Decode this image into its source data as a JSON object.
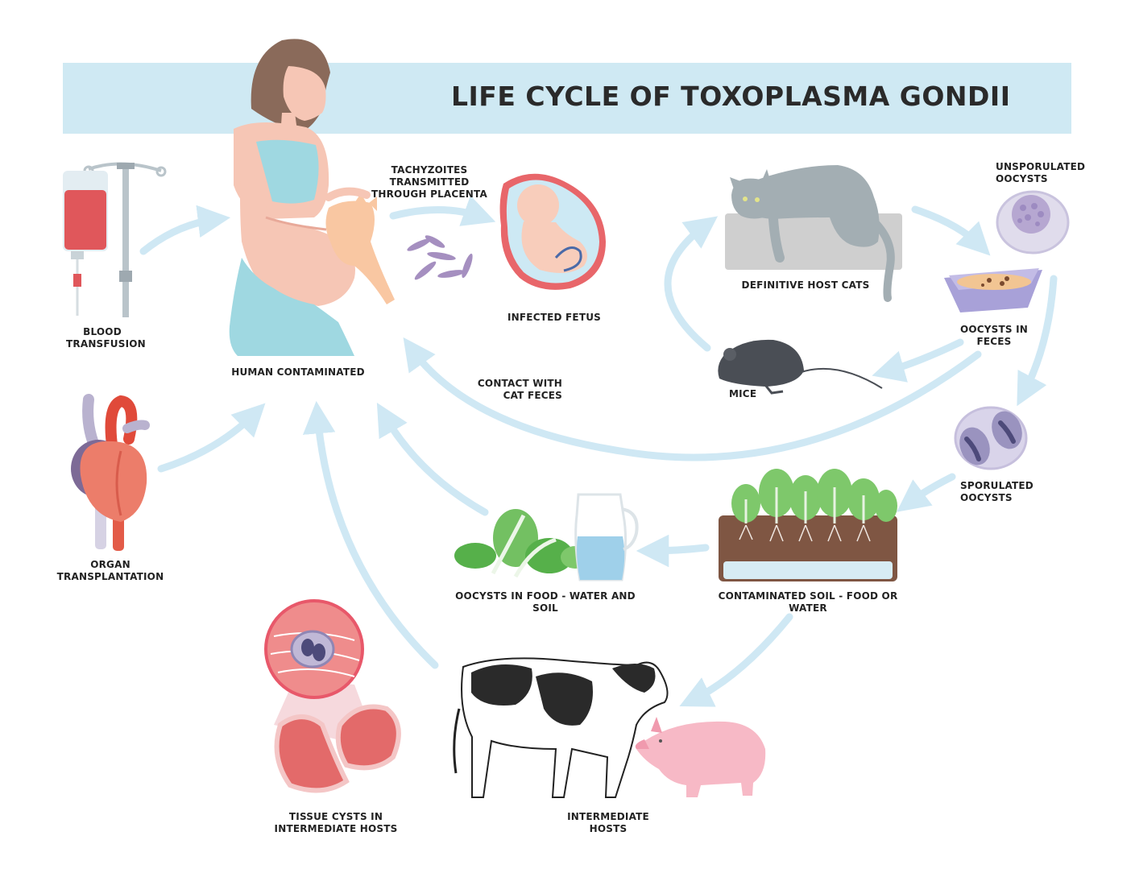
{
  "title": "LIFE CYCLE OF TOXOPLASMA GONDII",
  "colors": {
    "title_band": "#cfe9f3",
    "arrow": "#cfe8f4",
    "skin": "#f6c6b5",
    "cat": "#a3aeb3",
    "blood": "#e0575b"
  },
  "labels": {
    "blood": [
      "BLOOD",
      "TRANSFUSION"
    ],
    "organ": [
      "ORGAN",
      "TRANSPLANTATION"
    ],
    "human": "HUMAN CONTAMINATED",
    "tachyzoites": [
      "TACHYZOITES TRANSMITTED",
      "THROUGH PLACENTA"
    ],
    "fetus": "INFECTED FETUS",
    "cats": "DEFINITIVE HOST CATS",
    "unsporulated": [
      "UNSPORULATED",
      "OOCYSTS"
    ],
    "feces": "OOCYSTS IN FECES",
    "mice": "MICE",
    "contact": [
      "CONTACT WITH",
      "CAT FECES"
    ],
    "sporulated": [
      "SPORULATED",
      "OOCYSTS"
    ],
    "soil": "CONTAMINATED SOIL - FOOD OR WATER",
    "food": "OOCYSTS IN FOOD - WATER AND SOIL",
    "tissue": [
      "TISSUE CYSTS IN",
      "INTERMEDIATE HOSTS"
    ],
    "intermediate": "INTERMEDIATE HOSTS"
  },
  "icons": [
    "iv-bag-icon",
    "heart-icon",
    "pregnant-woman-icon",
    "tachyzoite-icon",
    "fetus-icon",
    "cat-icon",
    "oocyst-icon",
    "litter-box-icon",
    "mouse-icon",
    "sporulated-oocyst-icon",
    "soil-icon",
    "lettuce-icon",
    "water-jug-icon",
    "meat-cyst-icon",
    "cow-icon",
    "pig-icon"
  ]
}
